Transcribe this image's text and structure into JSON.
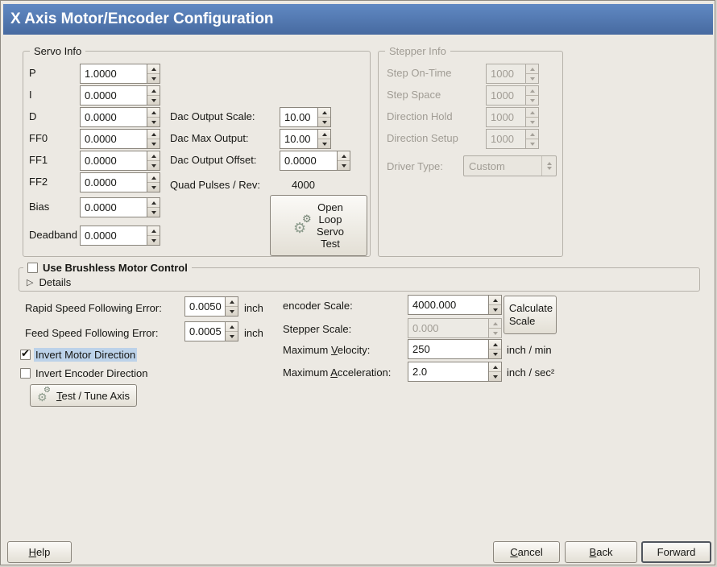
{
  "window": {
    "title": "X Axis Motor/Encoder Configuration"
  },
  "servo": {
    "frame_title": "Servo Info",
    "rows": [
      {
        "label": "P",
        "value": "1.0000"
      },
      {
        "label": "I",
        "value": "0.0000"
      },
      {
        "label": "D",
        "value": "0.0000"
      },
      {
        "label": "FF0",
        "value": "0.0000"
      },
      {
        "label": "FF1",
        "value": "0.0000"
      },
      {
        "label": "FF2",
        "value": "0.0000"
      },
      {
        "label": "Bias",
        "value": "0.0000"
      },
      {
        "label": "Deadband",
        "value": "0.0000"
      }
    ],
    "dac_scale_label": "Dac Output Scale:",
    "dac_scale_value": "10.00",
    "dac_max_label": "Dac Max Output:",
    "dac_max_value": "10.00",
    "dac_offset_label": "Dac Output Offset:",
    "dac_offset_value": "0.0000",
    "quad_label": "Quad Pulses / Rev:",
    "quad_value": "4000",
    "open_loop_lines": [
      "Open",
      "Loop",
      "Servo",
      "Test"
    ]
  },
  "stepper": {
    "frame_title": "Stepper Info",
    "rows": [
      {
        "label": "Step On-Time",
        "value": "1000"
      },
      {
        "label": "Step Space",
        "value": "1000"
      },
      {
        "label": "Direction Hold",
        "value": "1000"
      },
      {
        "label": "Direction Setup",
        "value": "1000"
      }
    ],
    "driver_label": "Driver Type:",
    "driver_value": "Custom"
  },
  "brushless": {
    "checkbox_label": "Use Brushless Motor Control",
    "details": "Details"
  },
  "tuning": {
    "rapid_label": "Rapid Speed Following Error:",
    "rapid_value": "0.0050",
    "rapid_unit": "inch",
    "feed_label": "Feed Speed Following Error:",
    "feed_value": "0.0005",
    "feed_unit": "inch",
    "encoder_label": "encoder Scale:",
    "encoder_value": "4000.000",
    "calc_line1": "Calculate",
    "calc_line2": "Scale",
    "stepper_label": "Stepper Scale:",
    "stepper_value": "0.000",
    "velocity_label": "Maximum Velocity:",
    "velocity_value": "250",
    "velocity_unit": "inch / min",
    "accel_label": "Maximum Acceleration:",
    "accel_value": "2.0",
    "accel_unit": "inch / sec²",
    "invert_motor": "Invert Motor Direction",
    "invert_encoder": "Invert Encoder Direction",
    "test_tune": "Test / Tune Axis"
  },
  "footer": {
    "help": "Help",
    "cancel": "Cancel",
    "back": "Back",
    "forward": "Forward"
  }
}
